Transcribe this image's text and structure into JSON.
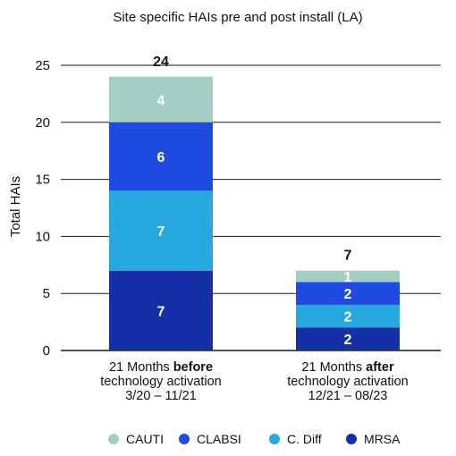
{
  "chart_data": {
    "type": "bar",
    "stacked": true,
    "title": "Site specific HAIs pre and post install (LA)",
    "ylabel": "Total HAIs",
    "ylim": [
      0,
      25
    ],
    "yticks": [
      "0",
      "5",
      "10",
      "15",
      "20",
      "25"
    ],
    "grid": true,
    "legend_position": "bottom",
    "categories": [
      {
        "lines": [
          [
            "21 Months ",
            "before"
          ],
          [
            "technology activation"
          ],
          [
            "3/20  –  11/21"
          ]
        ]
      },
      {
        "lines": [
          [
            "21 Months ",
            "after"
          ],
          [
            "technology activation"
          ],
          [
            "12/21 – 08/23"
          ]
        ]
      }
    ],
    "series": [
      {
        "name": "MRSA",
        "color": "#1530a6",
        "values": [
          7,
          2
        ]
      },
      {
        "name": "C. Diff",
        "color": "#27a8df",
        "values": [
          7,
          2
        ]
      },
      {
        "name": "CLABSI",
        "color": "#1f4be0",
        "values": [
          6,
          2
        ]
      },
      {
        "name": "CAUTI",
        "color": "#a3cec4",
        "values": [
          4,
          1
        ]
      }
    ],
    "totals": [
      "24",
      "7"
    ],
    "legend_order": [
      "CAUTI",
      "CLABSI",
      "C. Diff",
      "MRSA"
    ]
  }
}
